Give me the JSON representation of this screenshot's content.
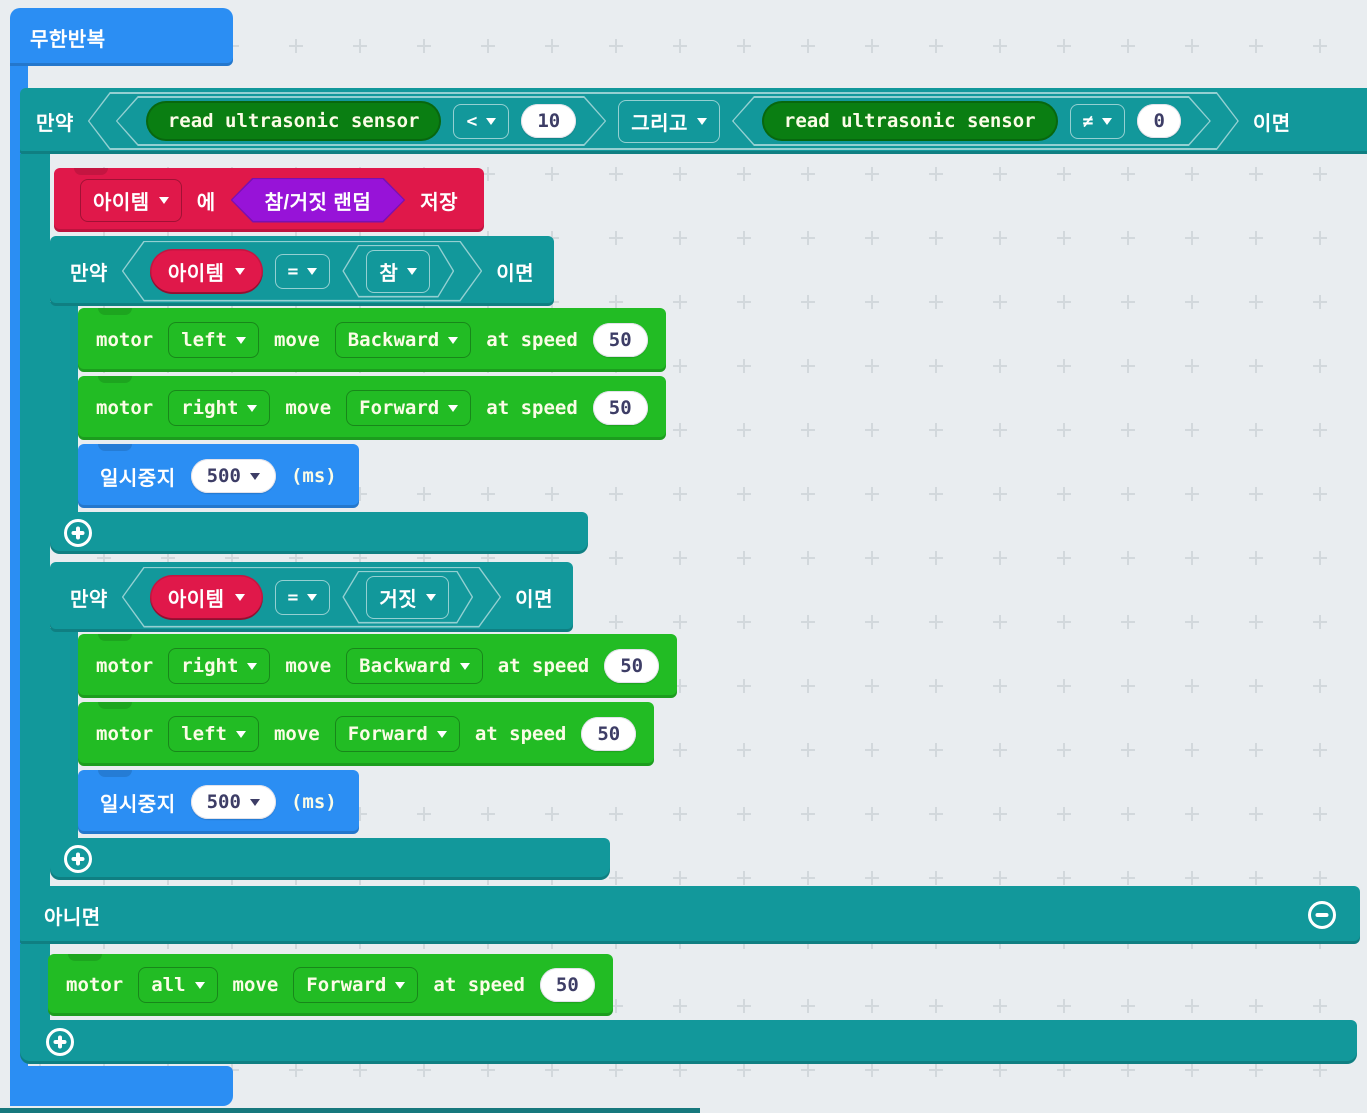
{
  "forever": {
    "label": "무한반복"
  },
  "outer_if": {
    "if_label": "만약",
    "then_label": "이면",
    "and_op": "그리고",
    "cond_left": {
      "sensor": "read ultrasonic sensor",
      "op": "<",
      "value": "10"
    },
    "cond_right": {
      "sensor": "read ultrasonic sensor",
      "op": "≠",
      "value": "0"
    },
    "else_label": "아니면"
  },
  "set_item": {
    "var": "아이템",
    "particle": "에",
    "random_label": "참/거짓 랜덤",
    "store_label": "저장"
  },
  "if_true": {
    "if_label": "만약",
    "var": "아이템",
    "op": "=",
    "value": "참",
    "then_label": "이면",
    "motor1": {
      "kw": "motor",
      "side": "left",
      "move": "move",
      "dir": "Backward",
      "at": "at speed",
      "speed": "50"
    },
    "motor2": {
      "kw": "motor",
      "side": "right",
      "move": "move",
      "dir": "Forward",
      "at": "at speed",
      "speed": "50"
    },
    "pause": {
      "label": "일시중지",
      "value": "500",
      "unit": "(ms)"
    }
  },
  "if_false": {
    "if_label": "만약",
    "var": "아이템",
    "op": "=",
    "value": "거짓",
    "then_label": "이면",
    "motor1": {
      "kw": "motor",
      "side": "right",
      "move": "move",
      "dir": "Backward",
      "at": "at speed",
      "speed": "50"
    },
    "motor2": {
      "kw": "motor",
      "side": "left",
      "move": "move",
      "dir": "Forward",
      "at": "at speed",
      "speed": "50"
    },
    "pause": {
      "label": "일시중지",
      "value": "500",
      "unit": "(ms)"
    }
  },
  "else_motor": {
    "kw": "motor",
    "side": "all",
    "move": "move",
    "dir": "Forward",
    "at": "at speed",
    "speed": "50"
  },
  "colors": {
    "teal": "#12989b",
    "blue": "#2b8ef3",
    "green": "#22bc24",
    "dark_green": "#0a7e12",
    "red": "#e0184a",
    "purple": "#9713d8",
    "background": "#e9edf0"
  }
}
